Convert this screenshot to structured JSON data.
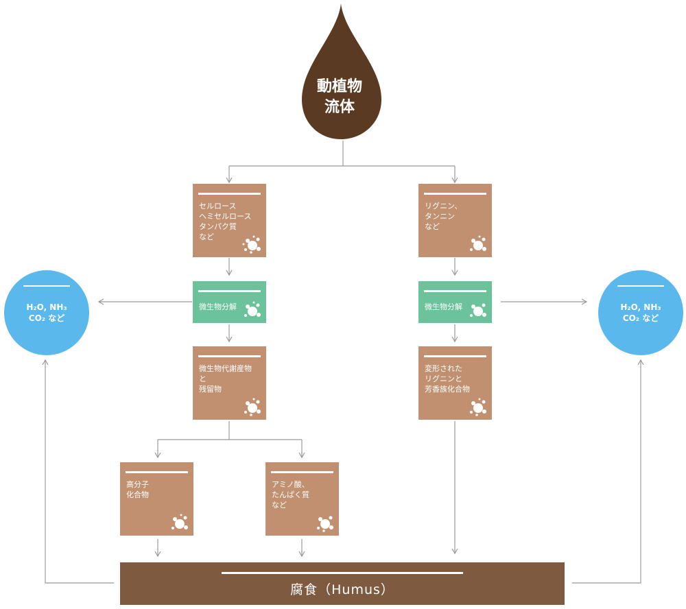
{
  "source": {
    "label": "動植物\n流体",
    "color": "#5b3a24"
  },
  "left_branch": {
    "material": {
      "label": "セルロース\nヘミセルロース\nタンパク質\nなど"
    },
    "decomposition": {
      "label": "微生物分解"
    },
    "metabolites": {
      "label": "微生物代謝産物\nと\n残留物"
    },
    "polymer": {
      "label": "高分子\n化合物"
    },
    "amino": {
      "label": "アミノ酸、\nたんぱく質\nなど"
    }
  },
  "right_branch": {
    "material": {
      "label": "リグニン、\nタンニン\nなど"
    },
    "decomposition": {
      "label": "微生物分解"
    },
    "transformed": {
      "label": "変形された\nリグニンと\n芳香族化合物"
    }
  },
  "products_left": {
    "label": "H₂O, NH₃\nCO₂ など"
  },
  "products_right": {
    "label": "H₂O, NH₃\nCO₂ など"
  },
  "humus": {
    "label": "腐食（Humus）"
  },
  "colors": {
    "material": "#c09070",
    "decomposition": "#6cc29a",
    "products": "#5bb8ec",
    "humus": "#7d5a40",
    "arrow": "#999999"
  }
}
